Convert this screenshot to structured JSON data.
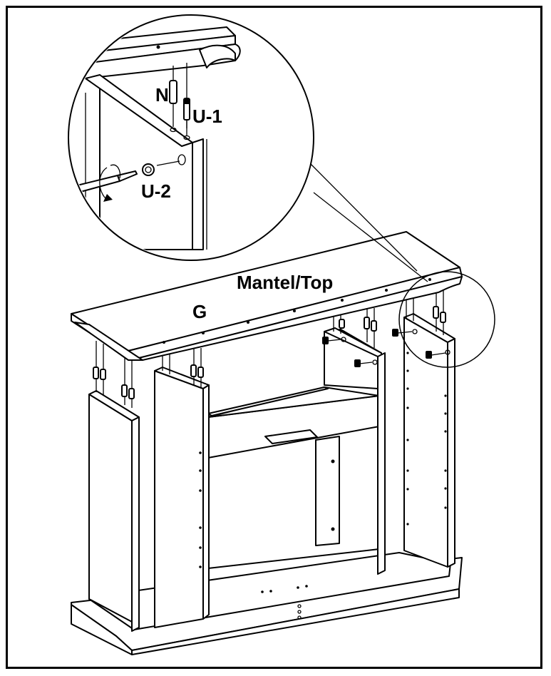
{
  "diagram": {
    "labels": {
      "part_n": "N",
      "part_u1": "U-1",
      "part_u2": "U-2",
      "part_g": "G",
      "mantel_top": "Mantel/Top"
    },
    "colors": {
      "line": "#000000",
      "background": "#ffffff"
    }
  }
}
